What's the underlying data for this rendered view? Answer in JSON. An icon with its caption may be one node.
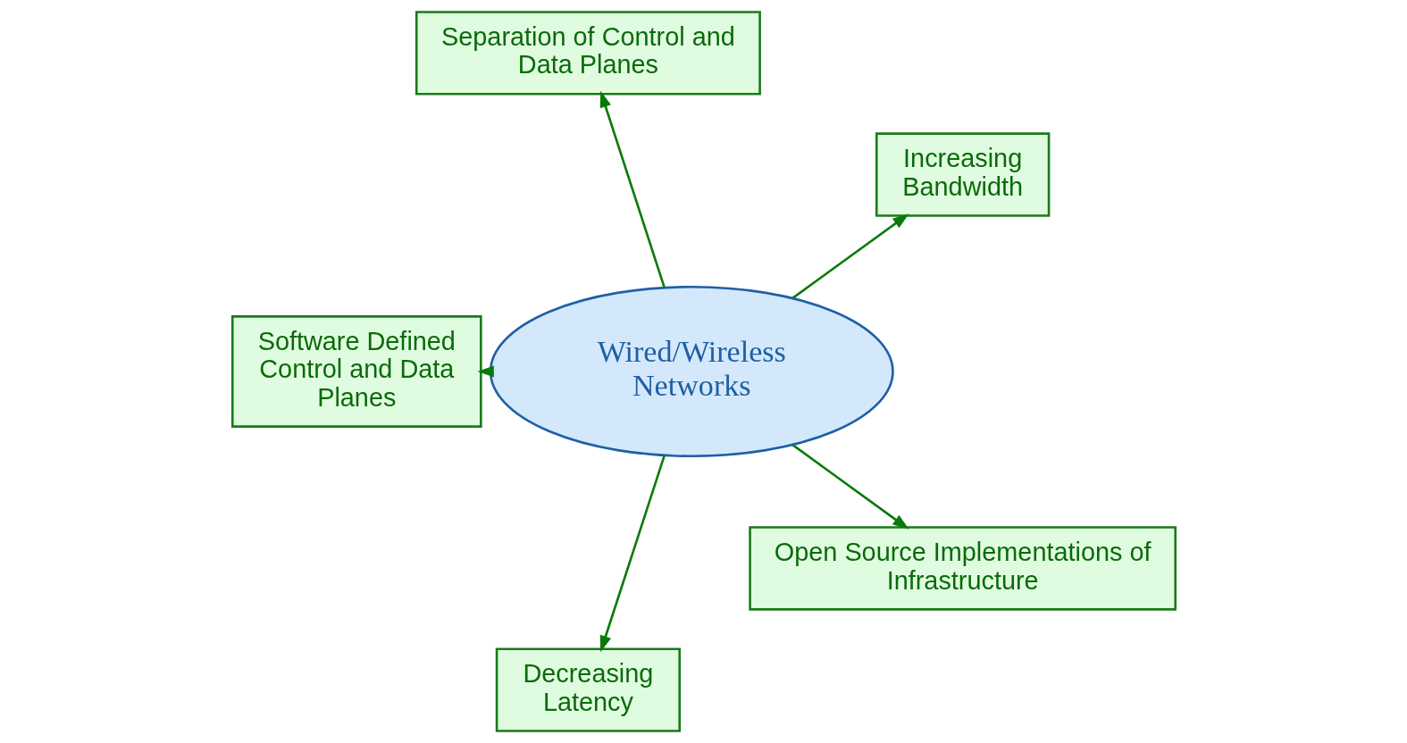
{
  "diagram": {
    "nodes": [
      {
        "text": [
          "Wired/Wireless Networks"
        ]
      },
      {
        "text": [
          "Increasing Bandwidth"
        ]
      },
      {
        "text": [
          "Separation of Control and Data Planes"
        ]
      },
      {
        "text": [
          "Software Defined Control and Data Planes"
        ]
      },
      {
        "text": [
          "Decreasing Latency"
        ]
      },
      {
        "text": [
          "Open Source Implementations of Infrastructure"
        ]
      }
    ],
    "edges": [
      {
        "from": 0,
        "to": 1,
        "arrow": "to"
      },
      {
        "from": 0,
        "to": 2,
        "arrow": "to"
      },
      {
        "from": 0,
        "to": 3,
        "arrow": "to"
      },
      {
        "from": 0,
        "to": 4,
        "arrow": "to"
      },
      {
        "from": 0,
        "to": 5,
        "arrow": "to"
      }
    ]
  }
}
